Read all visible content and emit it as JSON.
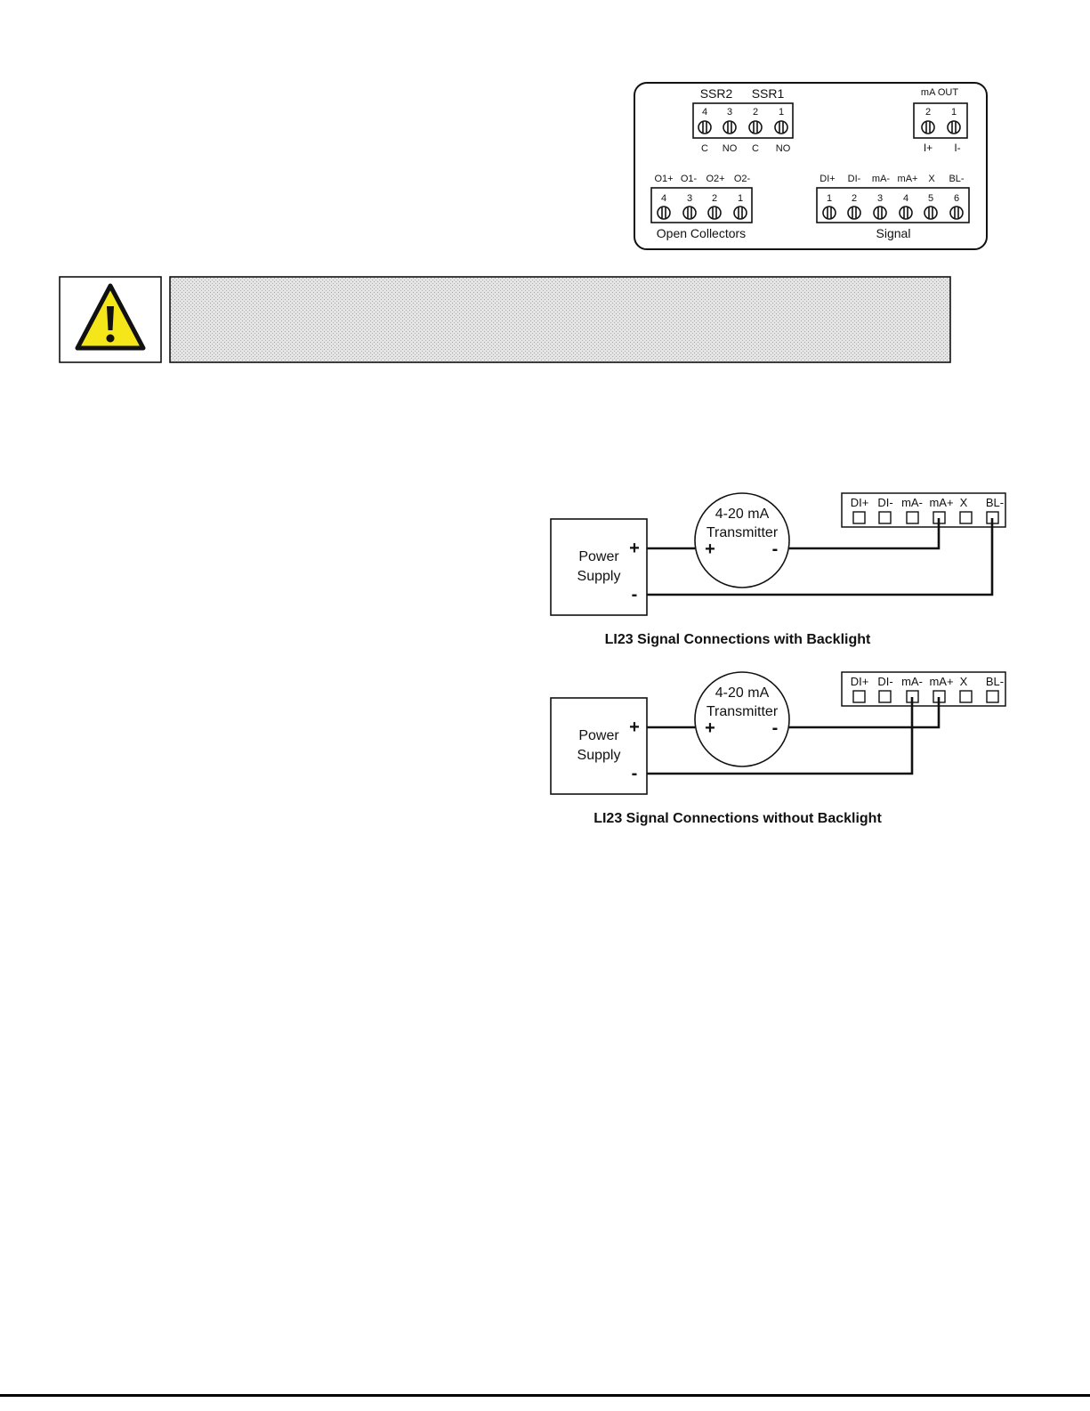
{
  "terminal_block": {
    "ssr_group_labels": [
      "SSR2",
      "SSR1"
    ],
    "ssr_pin_numbers": [
      "4",
      "3",
      "2",
      "1"
    ],
    "ssr_pin_functions": [
      "C",
      "NO",
      "C",
      "NO"
    ],
    "ma_out_label": "mA OUT",
    "ma_out_pin_numbers": [
      "2",
      "1"
    ],
    "ma_out_pin_functions": [
      "I+",
      "I-"
    ],
    "oc_pin_functions": [
      "O1+",
      "O1-",
      "O2+",
      "O2-"
    ],
    "oc_pin_numbers": [
      "4",
      "3",
      "2",
      "1"
    ],
    "oc_label": "Open Collectors",
    "signal_pin_functions": [
      "DI+",
      "DI-",
      "mA-",
      "mA+",
      "X",
      "BL-"
    ],
    "signal_pin_numbers": [
      "1",
      "2",
      "3",
      "4",
      "5",
      "6"
    ],
    "signal_label": "Signal"
  },
  "warning": {
    "icon": "warning-triangle-icon",
    "text": ""
  },
  "wiring_diagrams": [
    {
      "terminal_labels": [
        "DI+",
        "DI-",
        "mA-",
        "mA+",
        "X",
        "BL-"
      ],
      "transmitter_label_line1": "4-20 mA",
      "transmitter_label_line2": "Transmitter",
      "transmitter_plus": "+",
      "transmitter_minus": "-",
      "power_supply_line1": "Power",
      "power_supply_line2": "Supply",
      "supply_plus": "+",
      "supply_minus": "-",
      "caption": "LI23 Signal Connections with Backlight"
    },
    {
      "terminal_labels": [
        "DI+",
        "DI-",
        "mA-",
        "mA+",
        "X",
        "BL-"
      ],
      "transmitter_label_line1": "4-20 mA",
      "transmitter_label_line2": "Transmitter",
      "transmitter_plus": "+",
      "transmitter_minus": "-",
      "power_supply_line1": "Power",
      "power_supply_line2": "Supply",
      "supply_plus": "+",
      "supply_minus": "-",
      "caption": "LI23 Signal Connections without Backlight"
    }
  ],
  "colors": {
    "warning_yellow": "#f5e61a",
    "warning_panel": "#d6d6d6",
    "line": "#111111"
  }
}
